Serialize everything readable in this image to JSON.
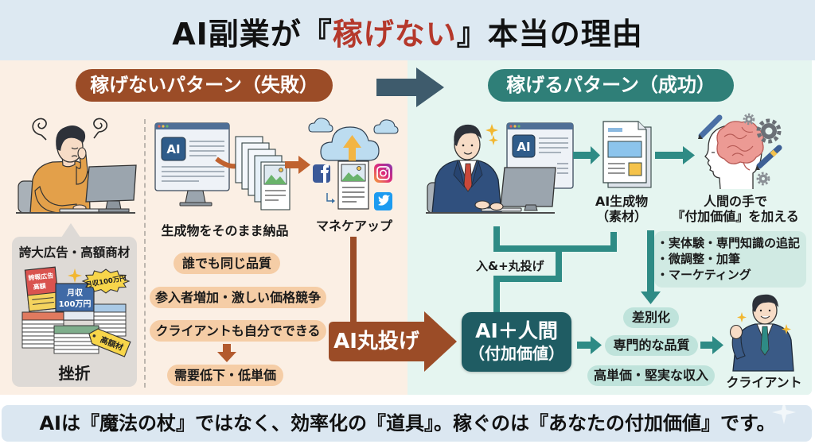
{
  "title": {
    "prefix": "AI副業が『",
    "highlight": "稼げない",
    "suffix": "』本当の理由"
  },
  "colors": {
    "title_band": "#dde9f2",
    "highlight_red": "#b5382b",
    "failure_panel": "#fbefe4",
    "success_panel": "#e5f5f0",
    "failure_accent": "#9b4c27",
    "success_accent": "#2f7f78",
    "core_box": "#1f5c63",
    "transition_arrow": "#3e5b6c",
    "failure_tag": "#f5cda6",
    "success_tag": "#bfe3db",
    "footer_band": "#dbe7f1"
  },
  "failure": {
    "header": "稼げないパターン（失敗）",
    "card": {
      "title": "誇大広告・高額商材",
      "red_book_lines": [
        "誇報広告",
        "高額"
      ],
      "blue_book_lines": [
        "月収",
        "100万円"
      ],
      "burst_label": "月収100万円",
      "price_tag": "高額材",
      "caption": "挫折"
    },
    "screen_badge": "AI",
    "deliver_label": "生成物をそのまま納品",
    "upload_label": "マネケアップ",
    "social_icons": [
      "facebook-icon",
      "instagram-icon",
      "twitter-icon"
    ],
    "issues": [
      "誰でも同じ品質",
      "参入者増加・激しい価格競争",
      "クライアントも自分でできる"
    ],
    "result": "需要低下・低単価",
    "flow_label": "AI丸投げ"
  },
  "success": {
    "header": "稼げるパターン（成功）",
    "screen_badge": "AI",
    "material_label": {
      "line1": "AI生成物",
      "line2": "（素材）"
    },
    "human_label": {
      "line1": "人間の手で",
      "line2": "『付加価値』を加える"
    },
    "connector_label": "入&+丸投げ",
    "value_adds": [
      "・実体験・専門知識の追記",
      "・微調整・加筆",
      "・マーケティング"
    ],
    "core_box": {
      "line1": "AI＋人間",
      "line2": "（付加価値）"
    },
    "outcomes": [
      "差別化",
      "専門的な品質",
      "高単価・堅実な収入"
    ],
    "client_label": "クライアント"
  },
  "footer": {
    "message": "AIは『魔法の杖』ではなく、効率化の『道具』。稼ぐのは『あなたの付加価値』です。"
  }
}
